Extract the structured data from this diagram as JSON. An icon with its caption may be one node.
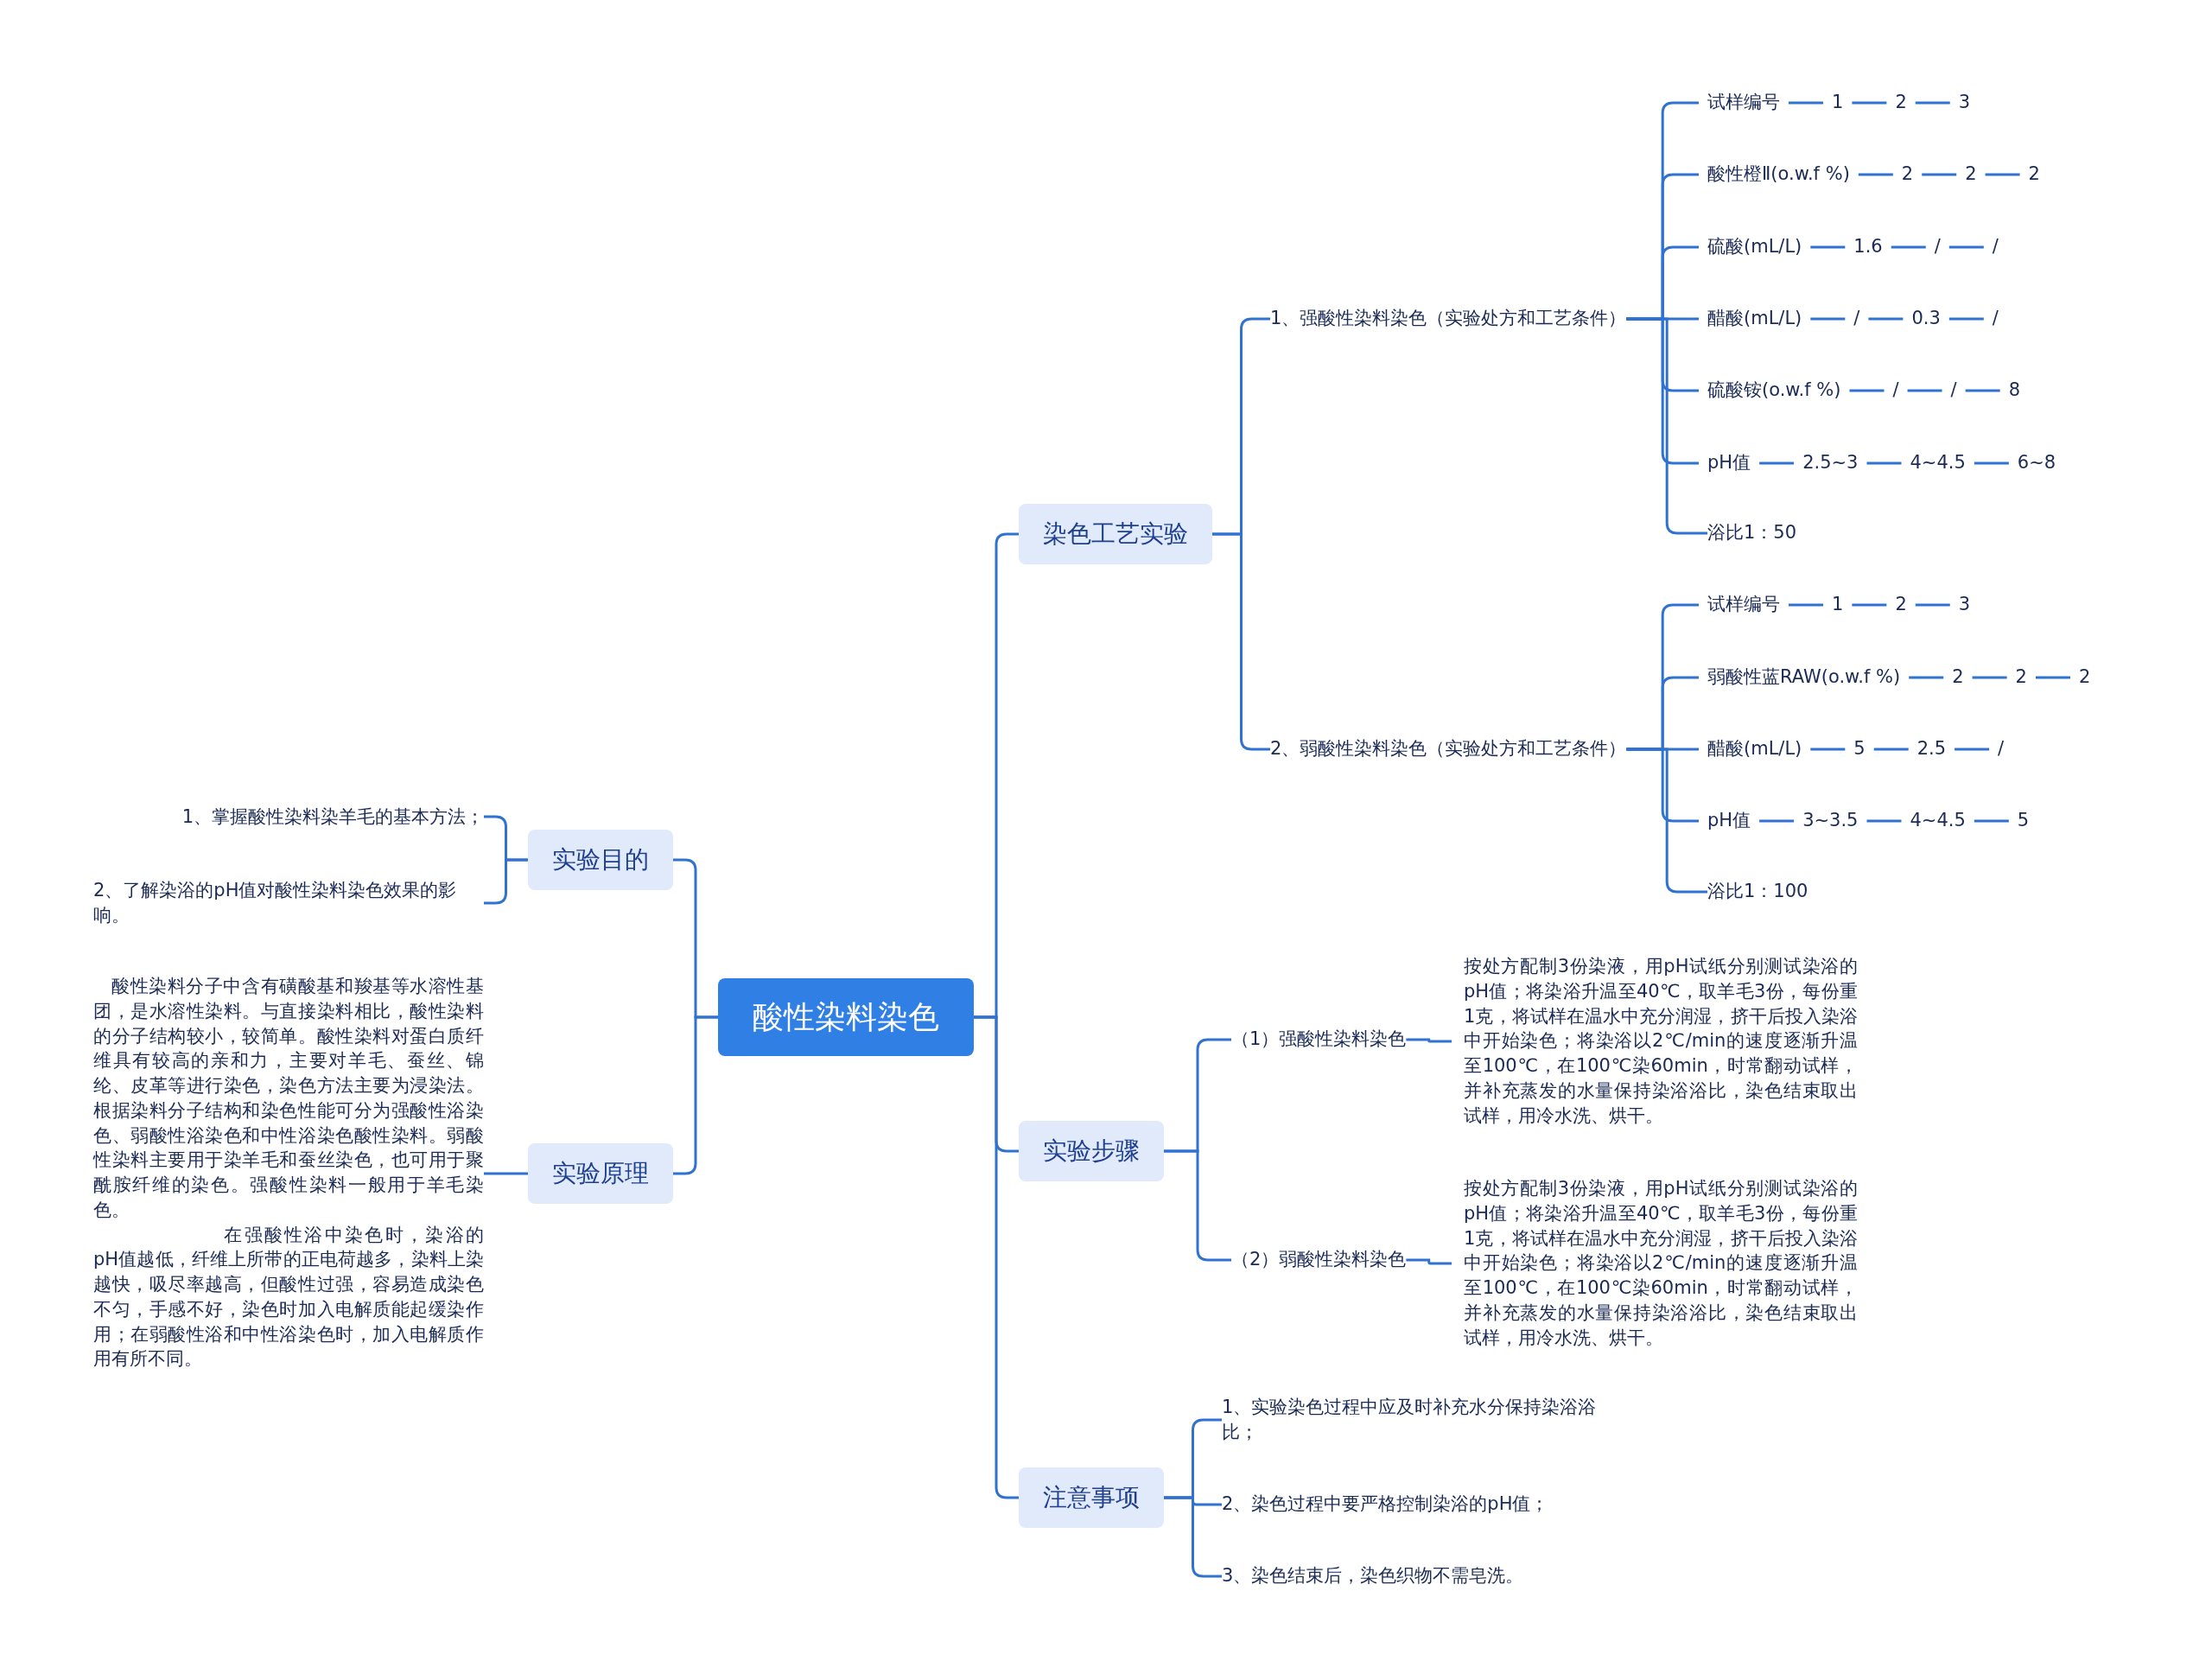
{
  "diagram": {
    "nodes": [
      {
        "text": [
          "酸性染料染色"
        ]
      },
      {
        "text": [
          "实验目的"
        ]
      },
      {
        "text": [
          "1、掌握酸性染料染羊毛的基本方法；"
        ]
      },
      {
        "text": [
          "2、了解染浴的pH值对酸性染料染色效果的影响。"
        ]
      },
      {
        "text": [
          "实验原理"
        ]
      },
      {
        "text": [
          "酸性染料分子中含有磺酸基和羧基等水溶性基团，是水溶性染料。与直接染料相比，酸性染料的分子结构较小，较简单。酸性染料对蛋白质纤维具有较高的亲和力，主要对羊毛、蚕丝、锦纶、皮革等进行染色，染色方法主要为浸染法。根据染料分子结构和染色性能可分为强酸性浴染色、弱酸性浴染色和中性浴染色酸性染料。弱酸性染料主要用于染羊毛和蚕丝染色，也可用于聚酰胺纤维的染色。强酸性染料一般用于羊毛染色。",
          "在强酸性浴中染色时，染浴的pH值越低，纤维上所带的正电荷越多，染料上染越快，吸尽率越高，但酸性过强，容易造成染色不匀，手感不好，染色时加入电解质能起缓染作用；在弱酸性浴和中性浴染色时，加入电解质作用有所不同。"
        ]
      },
      {
        "text": [
          "染色工艺实验"
        ]
      },
      {
        "text": [
          "1、强酸性染料染色（实验处方和工艺条件）"
        ]
      },
      {
        "text": [
          "试样编号"
        ]
      },
      {
        "text": [
          "1"
        ]
      },
      {
        "text": [
          "2"
        ]
      },
      {
        "text": [
          "3"
        ]
      },
      {
        "text": [
          "酸性橙Ⅱ(o.w.f %)"
        ]
      },
      {
        "text": [
          "2"
        ]
      },
      {
        "text": [
          "2"
        ]
      },
      {
        "text": [
          "2"
        ]
      },
      {
        "text": [
          "硫酸(mL/L)"
        ]
      },
      {
        "text": [
          "1.6"
        ]
      },
      {
        "text": [
          "/"
        ]
      },
      {
        "text": [
          "/"
        ]
      },
      {
        "text": [
          "醋酸(mL/L)"
        ]
      },
      {
        "text": [
          "/"
        ]
      },
      {
        "text": [
          "0.3"
        ]
      },
      {
        "text": [
          "/"
        ]
      },
      {
        "text": [
          "硫酸铵(o.w.f %)"
        ]
      },
      {
        "text": [
          "/"
        ]
      },
      {
        "text": [
          "/"
        ]
      },
      {
        "text": [
          "8"
        ]
      },
      {
        "text": [
          "pH值"
        ]
      },
      {
        "text": [
          "2.5~3"
        ]
      },
      {
        "text": [
          "4~4.5"
        ]
      },
      {
        "text": [
          "6~8"
        ]
      },
      {
        "text": [
          "浴比1：50"
        ]
      },
      {
        "text": [
          "2、弱酸性染料染色（实验处方和工艺条件）"
        ]
      },
      {
        "text": [
          "试样编号"
        ]
      },
      {
        "text": [
          "1"
        ]
      },
      {
        "text": [
          "2"
        ]
      },
      {
        "text": [
          "3"
        ]
      },
      {
        "text": [
          "弱酸性蓝RAW(o.w.f %)"
        ]
      },
      {
        "text": [
          "2"
        ]
      },
      {
        "text": [
          "2"
        ]
      },
      {
        "text": [
          "2"
        ]
      },
      {
        "text": [
          "醋酸(mL/L)"
        ]
      },
      {
        "text": [
          "5"
        ]
      },
      {
        "text": [
          "2.5"
        ]
      },
      {
        "text": [
          "/"
        ]
      },
      {
        "text": [
          "pH值"
        ]
      },
      {
        "text": [
          "3~3.5"
        ]
      },
      {
        "text": [
          "4~4.5"
        ]
      },
      {
        "text": [
          "5"
        ]
      },
      {
        "text": [
          "浴比1：100"
        ]
      },
      {
        "text": [
          "实验步骤"
        ]
      },
      {
        "text": [
          "（1）强酸性染料染色"
        ]
      },
      {
        "text": [
          "按处方配制3份染液，用pH试纸分别测试染浴的pH值；将染浴升温至40℃，取羊毛3份，每份重1克，将试样在温水中充分润湿，挤干后投入染浴中开始染色；将染浴以2℃/min的速度逐渐升温至100℃，在100℃染60min，时常翻动试样，并补充蒸发的水量保持染浴浴比，染色结束取出试样，用冷水洗、烘干。"
        ]
      },
      {
        "text": [
          "（2）弱酸性染料染色"
        ]
      },
      {
        "text": [
          "按处方配制3份染液，用pH试纸分别测试染浴的pH值；将染浴升温至40℃，取羊毛3份，每份重1克，将试样在温水中充分润湿，挤干后投入染浴中开始染色；将染浴以2℃/min的速度逐渐升温至100℃，在100℃染60min，时常翻动试样，并补充蒸发的水量保持染浴浴比，染色结束取出试样，用冷水洗、烘干。"
        ]
      },
      {
        "text": [
          "注意事项"
        ]
      },
      {
        "text": [
          "1、实验染色过程中应及时补充水分保持染浴浴比；"
        ]
      },
      {
        "text": [
          "2、染色过程中要严格控制染浴的pH值；"
        ]
      },
      {
        "text": [
          "3、染色结束后，染色织物不需皂洗。"
        ]
      }
    ],
    "edges": [
      {
        "from": 0,
        "to": 1,
        "arrow": "none"
      },
      {
        "from": 1,
        "to": 2,
        "arrow": "none"
      },
      {
        "from": 1,
        "to": 3,
        "arrow": "none"
      },
      {
        "from": 0,
        "to": 4,
        "arrow": "none"
      },
      {
        "from": 4,
        "to": 5,
        "arrow": "none"
      },
      {
        "from": 0,
        "to": 6,
        "arrow": "none"
      },
      {
        "from": 6,
        "to": 7,
        "arrow": "none"
      },
      {
        "from": 7,
        "to": 8,
        "arrow": "none"
      },
      {
        "from": 8,
        "to": 9,
        "arrow": "none"
      },
      {
        "from": 9,
        "to": 10,
        "arrow": "none"
      },
      {
        "from": 10,
        "to": 11,
        "arrow": "none"
      },
      {
        "from": 7,
        "to": 12,
        "arrow": "none"
      },
      {
        "from": 12,
        "to": 13,
        "arrow": "none"
      },
      {
        "from": 13,
        "to": 14,
        "arrow": "none"
      },
      {
        "from": 14,
        "to": 15,
        "arrow": "none"
      },
      {
        "from": 7,
        "to": 16,
        "arrow": "none"
      },
      {
        "from": 16,
        "to": 17,
        "arrow": "none"
      },
      {
        "from": 17,
        "to": 18,
        "arrow": "none"
      },
      {
        "from": 18,
        "to": 19,
        "arrow": "none"
      },
      {
        "from": 7,
        "to": 20,
        "arrow": "none"
      },
      {
        "from": 20,
        "to": 21,
        "arrow": "none"
      },
      {
        "from": 21,
        "to": 22,
        "arrow": "none"
      },
      {
        "from": 22,
        "to": 23,
        "arrow": "none"
      },
      {
        "from": 7,
        "to": 24,
        "arrow": "none"
      },
      {
        "from": 24,
        "to": 25,
        "arrow": "none"
      },
      {
        "from": 25,
        "to": 26,
        "arrow": "none"
      },
      {
        "from": 26,
        "to": 27,
        "arrow": "none"
      },
      {
        "from": 7,
        "to": 28,
        "arrow": "none"
      },
      {
        "from": 28,
        "to": 29,
        "arrow": "none"
      },
      {
        "from": 29,
        "to": 30,
        "arrow": "none"
      },
      {
        "from": 30,
        "to": 31,
        "arrow": "none"
      },
      {
        "from": 7,
        "to": 32,
        "arrow": "none"
      },
      {
        "from": 6,
        "to": 33,
        "arrow": "none"
      },
      {
        "from": 33,
        "to": 34,
        "arrow": "none"
      },
      {
        "from": 34,
        "to": 35,
        "arrow": "none"
      },
      {
        "from": 35,
        "to": 36,
        "arrow": "none"
      },
      {
        "from": 36,
        "to": 37,
        "arrow": "none"
      },
      {
        "from": 33,
        "to": 38,
        "arrow": "none"
      },
      {
        "from": 38,
        "to": 39,
        "arrow": "none"
      },
      {
        "from": 39,
        "to": 40,
        "arrow": "none"
      },
      {
        "from": 40,
        "to": 41,
        "arrow": "none"
      },
      {
        "from": 33,
        "to": 42,
        "arrow": "none"
      },
      {
        "from": 42,
        "to": 43,
        "arrow": "none"
      },
      {
        "from": 43,
        "to": 44,
        "arrow": "none"
      },
      {
        "from": 44,
        "to": 45,
        "arrow": "none"
      },
      {
        "from": 33,
        "to": 46,
        "arrow": "none"
      },
      {
        "from": 46,
        "to": 47,
        "arrow": "none"
      },
      {
        "from": 47,
        "to": 48,
        "arrow": "none"
      },
      {
        "from": 48,
        "to": 49,
        "arrow": "none"
      },
      {
        "from": 33,
        "to": 50,
        "arrow": "none"
      },
      {
        "from": 0,
        "to": 51,
        "arrow": "none"
      },
      {
        "from": 51,
        "to": 52,
        "arrow": "none"
      },
      {
        "from": 52,
        "to": 53,
        "arrow": "none"
      },
      {
        "from": 51,
        "to": 54,
        "arrow": "none"
      },
      {
        "from": 54,
        "to": 55,
        "arrow": "none"
      },
      {
        "from": 0,
        "to": 56,
        "arrow": "none"
      },
      {
        "from": 56,
        "to": 57,
        "arrow": "none"
      },
      {
        "from": 56,
        "to": 58,
        "arrow": "none"
      },
      {
        "from": 56,
        "to": 59,
        "arrow": "none"
      }
    ]
  }
}
